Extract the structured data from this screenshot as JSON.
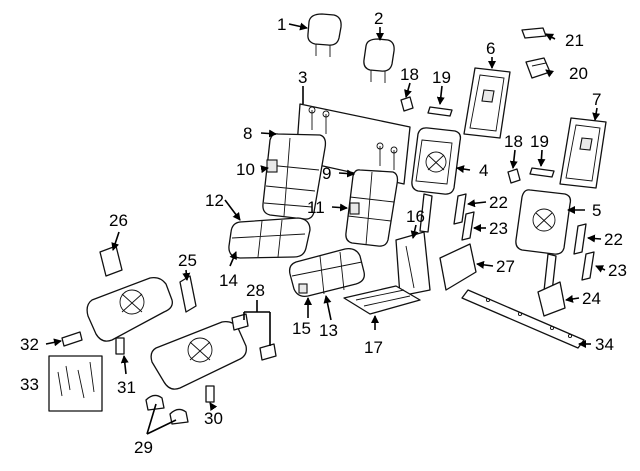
{
  "callouts": {
    "c1": "1",
    "c2": "2",
    "c3": "3",
    "c4": "4",
    "c5": "5",
    "c6": "6",
    "c7": "7",
    "c8": "8",
    "c9": "9",
    "c10": "10",
    "c11": "11",
    "c12": "12",
    "c13": "13",
    "c14": "14",
    "c15": "15",
    "c16": "16",
    "c17": "17",
    "c18a": "18",
    "c18b": "18",
    "c19a": "19",
    "c19b": "19",
    "c20": "20",
    "c21": "21",
    "c22a": "22",
    "c22b": "22",
    "c23a": "23",
    "c23b": "23",
    "c24": "24",
    "c25": "25",
    "c26": "26",
    "c27": "27",
    "c28": "28",
    "c29": "29",
    "c30": "30",
    "c31": "31",
    "c32": "32",
    "c33": "33",
    "c34": "34"
  },
  "colors": {
    "line": "#111111",
    "background": "#ffffff"
  }
}
